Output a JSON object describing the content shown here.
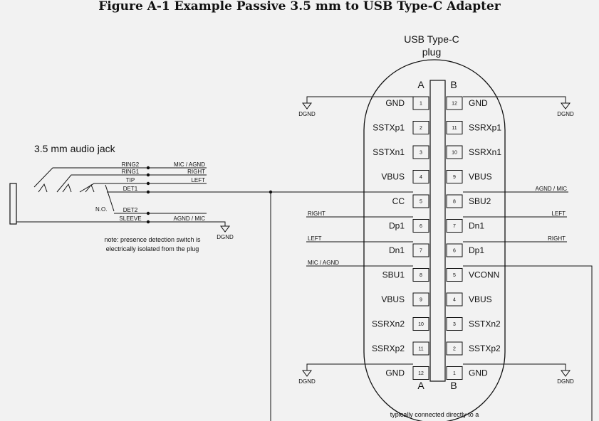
{
  "figure_title": "Figure A-1  Example Passive 3.5 mm to USB Type-C Adapter",
  "plug": {
    "title_line1": "USB Type-C",
    "title_line2": "plug",
    "row_a_label": "A",
    "row_b_label": "B",
    "pins": [
      {
        "left": "GND",
        "ln": "1",
        "rn": "12",
        "right": "GND"
      },
      {
        "left": "SSTXp1",
        "ln": "2",
        "rn": "11",
        "right": "SSRXp1"
      },
      {
        "left": "SSTXn1",
        "ln": "3",
        "rn": "10",
        "right": "SSRXn1"
      },
      {
        "left": "VBUS",
        "ln": "4",
        "rn": "9",
        "right": "VBUS"
      },
      {
        "left": "CC",
        "ln": "5",
        "rn": "8",
        "right": "SBU2"
      },
      {
        "left": "Dp1",
        "ln": "6",
        "rn": "7",
        "right": "Dn1"
      },
      {
        "left": "Dn1",
        "ln": "7",
        "rn": "6",
        "right": "Dp1"
      },
      {
        "left": "SBU1",
        "ln": "8",
        "rn": "5",
        "right": "VCONN"
      },
      {
        "left": "VBUS",
        "ln": "9",
        "rn": "4",
        "right": "VBUS"
      },
      {
        "left": "SSRXn2",
        "ln": "10",
        "rn": "3",
        "right": "SSTXn2"
      },
      {
        "left": "SSRXp2",
        "ln": "11",
        "rn": "2",
        "right": "SSTXp2"
      },
      {
        "left": "GND",
        "ln": "12",
        "rn": "1",
        "right": "GND"
      }
    ],
    "ground_label": "DGND",
    "wire_labels": {
      "agnd_mic": "AGND / MIC",
      "right_in": "RIGHT",
      "left_out": "LEFT",
      "left_in": "LEFT",
      "right_out": "RIGHT",
      "mic_agnd": "MIC / AGND"
    },
    "bottom_note": "typically connected directly to a"
  },
  "jack": {
    "title": "3.5 mm audio jack",
    "contacts": [
      {
        "name": "RING2",
        "signal": "MIC / AGND"
      },
      {
        "name": "RING1",
        "signal": "RIGHT"
      },
      {
        "name": "TIP",
        "signal": "LEFT"
      },
      {
        "name": "DET1",
        "signal": ""
      },
      {
        "name": "DET2",
        "signal": ""
      },
      {
        "name": "SLEEVE",
        "signal": "AGND / MIC"
      }
    ],
    "no_label": "N.O.",
    "note_line1": "note:  presence detection switch is",
    "note_line2": "electrically isolated from the plug",
    "ground_label": "DGND"
  }
}
